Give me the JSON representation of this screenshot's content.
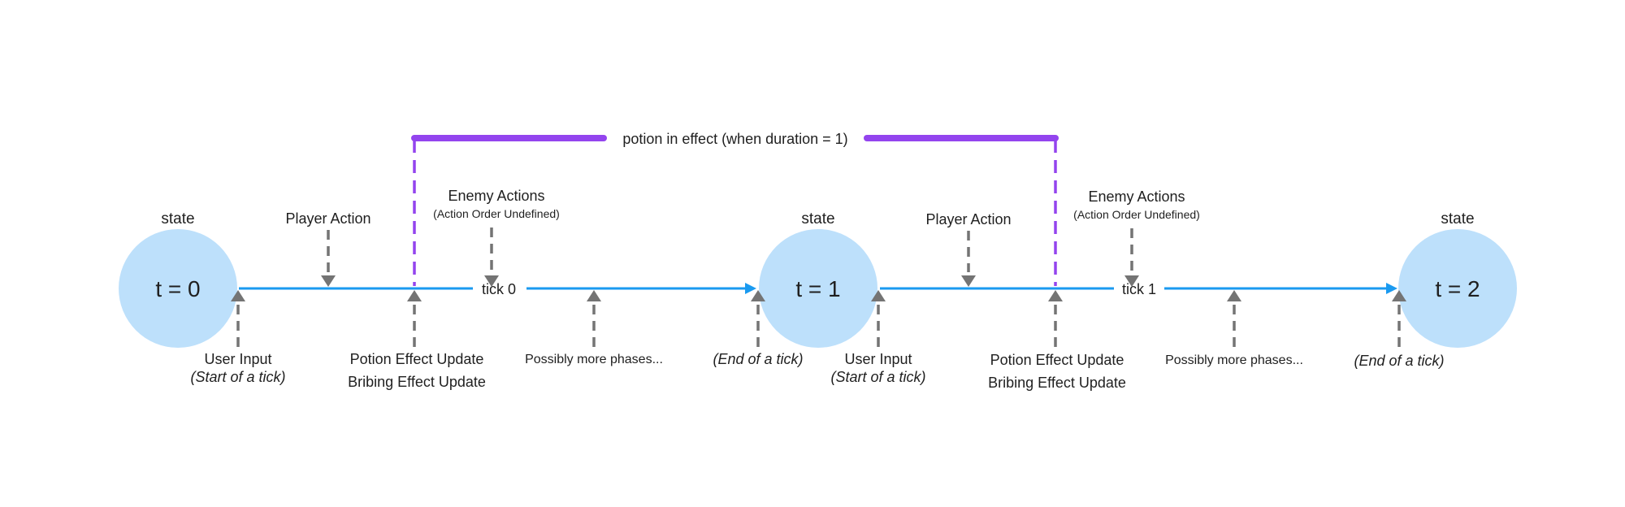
{
  "colors": {
    "state_fill": "#bde0fb",
    "timeline": "#1a9af0",
    "marker": "#747474",
    "potion": "#9344ee"
  },
  "potion": {
    "label": "potion in effect (when duration = 1)"
  },
  "states": [
    {
      "caption": "state",
      "value": "t = 0"
    },
    {
      "caption": "state",
      "value": "t = 1"
    },
    {
      "caption": "state",
      "value": "t = 2"
    }
  ],
  "ticks": [
    {
      "label": "tick 0",
      "player_action": "Player Action",
      "enemy_actions": "Enemy Actions",
      "enemy_note": "(Action Order Undefined)",
      "user_input": "User Input",
      "start_note": "(Start of a tick)",
      "potion_update": "Potion Effect Update",
      "bribing_update": "Bribing Effect Update",
      "more_phases": "Possibly more phases...",
      "end_note": "(End of a tick)"
    },
    {
      "label": "tick 1",
      "player_action": "Player Action",
      "enemy_actions": "Enemy Actions",
      "enemy_note": "(Action Order Undefined)",
      "user_input": "User Input",
      "start_note": "(Start of a tick)",
      "potion_update": "Potion Effect Update",
      "bribing_update": "Bribing Effect Update",
      "more_phases": "Possibly more phases...",
      "end_note": "(End of a tick)"
    }
  ]
}
